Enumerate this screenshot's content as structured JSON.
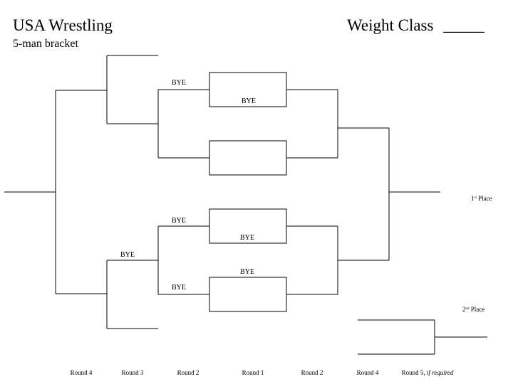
{
  "header": {
    "title": "USA Wrestling",
    "subtitle": "5-man bracket",
    "weight_class_label": "Weight Class",
    "weight_class_blank": "_____"
  },
  "bracket": {
    "bye": "BYE",
    "first_place": {
      "num": "1",
      "suffix": "st",
      "text": " Place"
    },
    "second_place": {
      "num": "2",
      "suffix": "nd",
      "text": " Place"
    }
  },
  "rounds": {
    "left_r4": "Round 4",
    "left_r3": "Round 3",
    "left_r2": "Round 2",
    "r1": "Round 1",
    "right_r2": "Round 2",
    "right_r4": "Round 4",
    "right_r5": "Round 5",
    "right_r5_note": ", if required"
  }
}
